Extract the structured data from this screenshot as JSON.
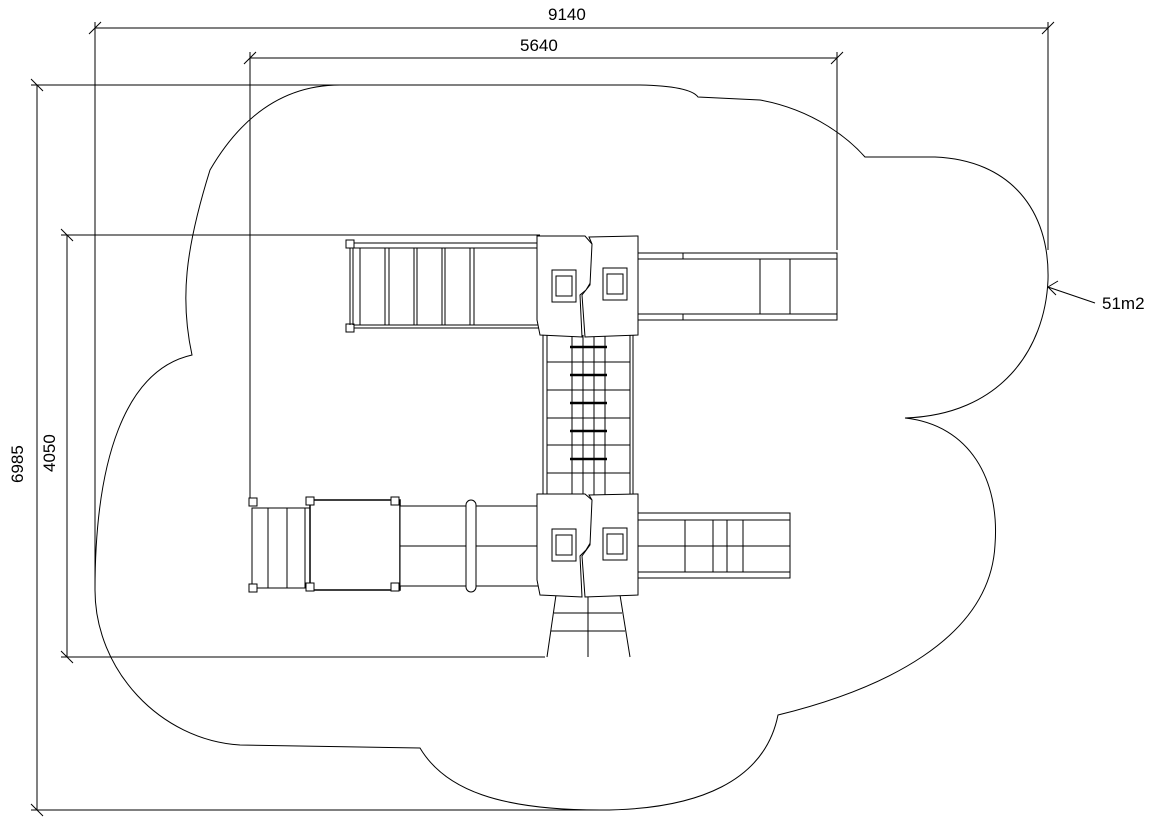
{
  "drawing": {
    "dimensions": {
      "overall_width": "9140",
      "structure_width": "5640",
      "overall_depth": "6985",
      "structure_depth": "4050"
    },
    "area_label": "51m2",
    "line_color": "#000000",
    "background": "#ffffff"
  }
}
